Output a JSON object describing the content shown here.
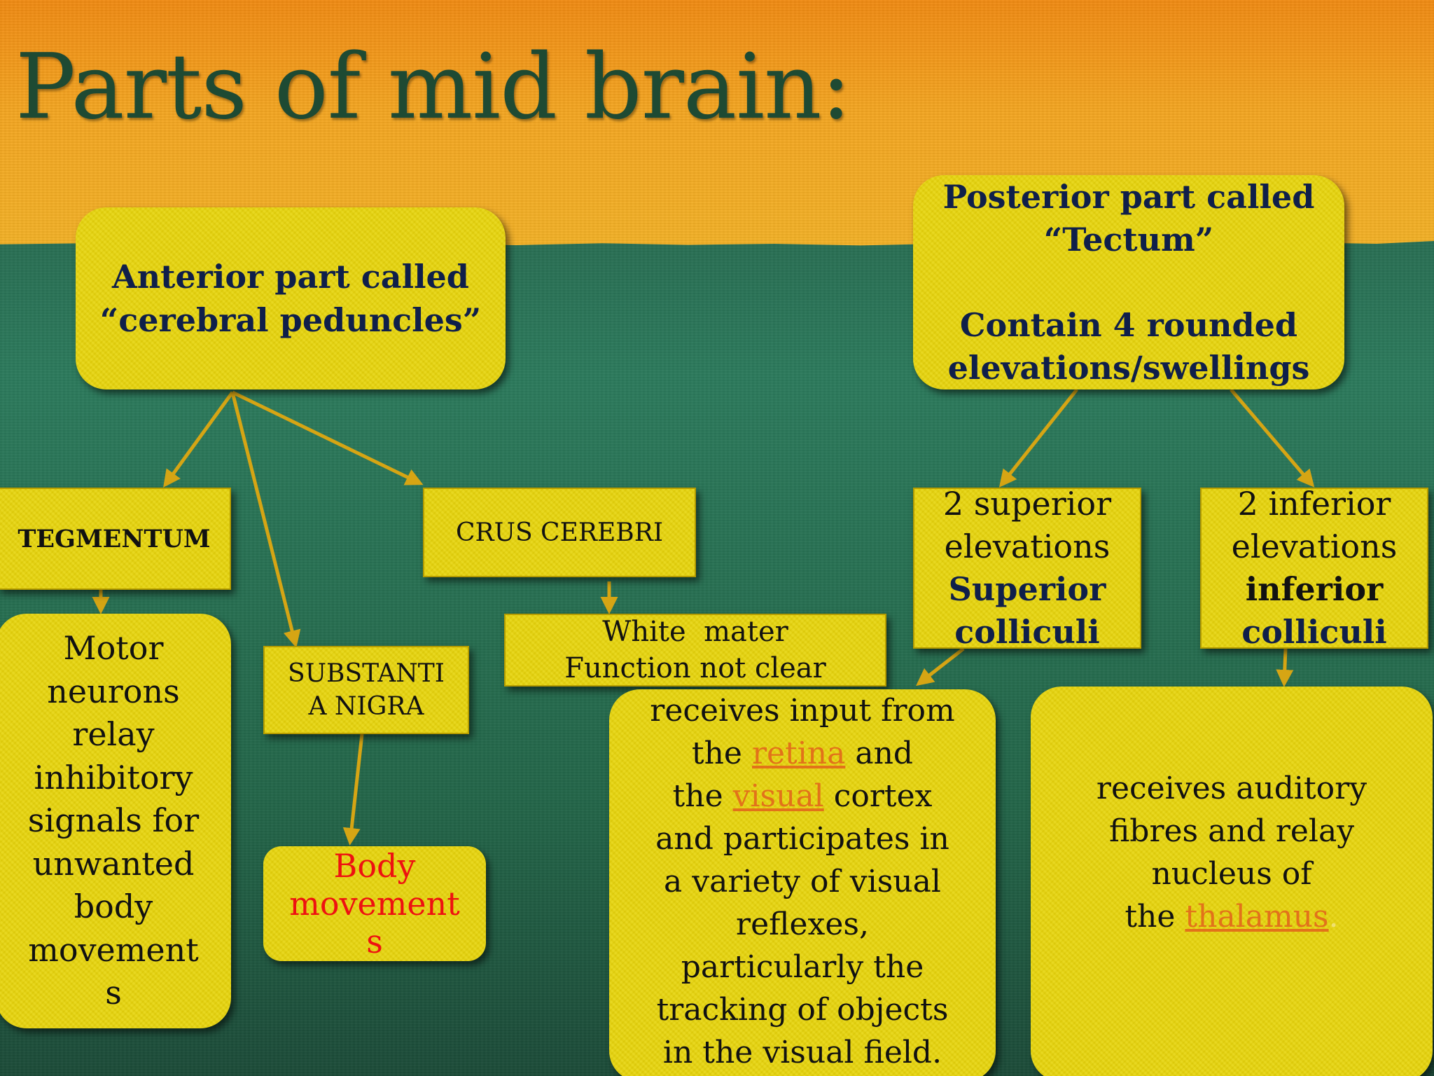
{
  "title": "Parts of mid brain:",
  "anterior": {
    "line1": "Anterior part called",
    "line2": "“cerebral peduncles”"
  },
  "posterior": {
    "line1": "Posterior part called",
    "line2": "“Tectum”",
    "line3": "Contain 4 rounded",
    "line4": "elevations/swellings"
  },
  "tegmentum": {
    "label": "TEGMENTUM",
    "desc": [
      "Motor",
      "neurons",
      "relay",
      "inhibitory",
      "signals for",
      "unwanted",
      "body",
      "movement",
      "s"
    ]
  },
  "substantia_nigra": {
    "label": [
      "SUBSTANTI",
      "A NIGRA"
    ],
    "desc": [
      "Body",
      "movement",
      "s"
    ]
  },
  "crus_cerebri": {
    "label": "CRUS CEREBRI",
    "desc": [
      "White  mater",
      "Function not clear"
    ]
  },
  "superior": {
    "line1": "2 superior",
    "line2": "elevations",
    "bold1": "Superior",
    "bold2": "colliculi",
    "desc": {
      "l1": "receives input from",
      "l2_pre": "the ",
      "l2_link": "retina",
      "l2_post": " and",
      "l3_pre": "the ",
      "l3_link": "visual",
      "l3_post": " cortex",
      "l4": "and participates in",
      "l5": "a variety of visual",
      "l6": "reflexes,",
      "l7": "particularly the",
      "l8": "tracking of objects",
      "l9": "in the visual field."
    }
  },
  "inferior": {
    "line1": "2 inferior",
    "line2": "elevations",
    "bold1": "inferior",
    "bold2": "colliculi",
    "desc": {
      "l1": "receives auditory",
      "l2": "fibres and relay",
      "l3": "nucleus of",
      "l4_pre": "the ",
      "l4_link": "thalamus",
      "l4_post": "."
    }
  },
  "colors": {
    "box_yellow": "#e6d40c",
    "title_green": "#1e4a33",
    "arrow": "#d6a514",
    "navy_text": "#0f1f4a",
    "red_text": "#ee1111",
    "link_orange": "#e2721a"
  }
}
